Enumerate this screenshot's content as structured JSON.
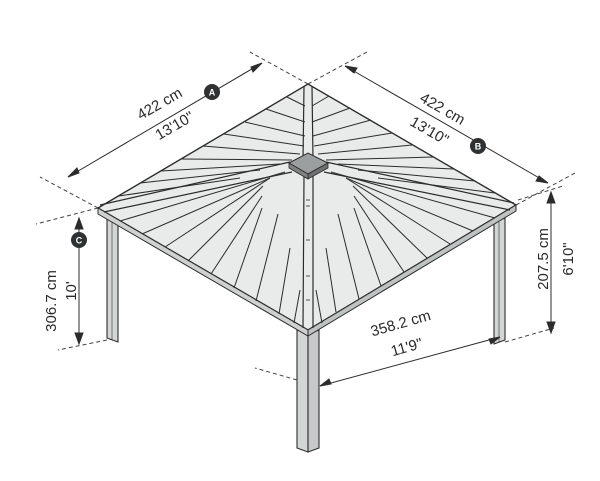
{
  "diagram": {
    "colors": {
      "line": "#2c2c2c",
      "roof_panel": "#e9eaea",
      "post": "#d4d6d6",
      "badge": "#2f3133",
      "dimension": "#2a2a2a"
    },
    "dimensions": {
      "a": {
        "badge": "A",
        "metric": "422 cm",
        "imperial": "13'10\""
      },
      "b": {
        "badge": "B",
        "metric": "422 cm",
        "imperial": "13'10\""
      },
      "c": {
        "badge": "C",
        "metric": "306.7 cm",
        "imperial": "10'"
      },
      "side_height": {
        "metric": "207.5 cm",
        "imperial": "6'10\""
      },
      "post_span": {
        "metric": "358.2 cm",
        "imperial": "11'9\""
      }
    }
  }
}
